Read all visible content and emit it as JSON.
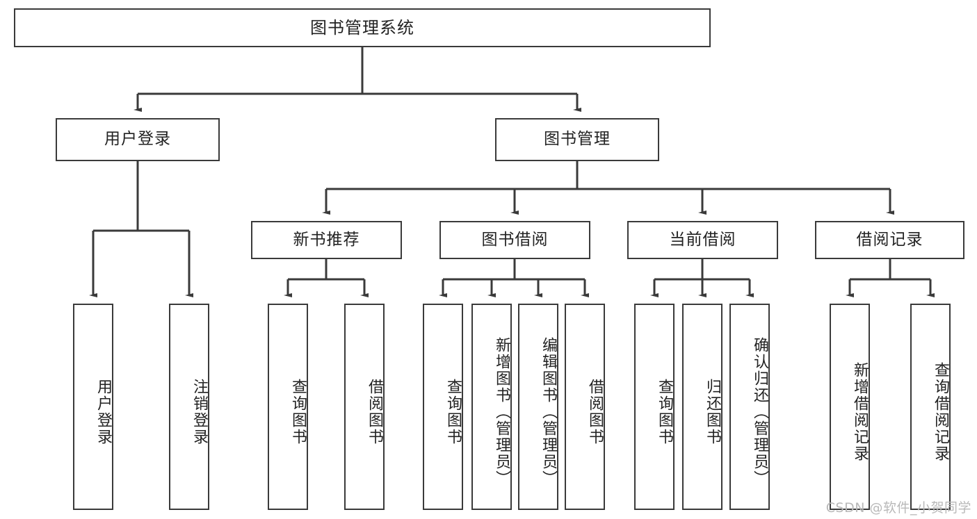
{
  "diagram": {
    "title": "图书管理系统",
    "watermark": "CSDN @软件_小贺同学",
    "edge_color": "#3a3a3a",
    "box_border_color": "#3a3a3a",
    "text_color": "#222222",
    "background": "#ffffff",
    "root": {
      "label": "图书管理系统"
    },
    "level2": [
      {
        "label": "用户登录"
      },
      {
        "label": "图书管理"
      }
    ],
    "level3": [
      {
        "label": "新书推荐"
      },
      {
        "label": "图书借阅"
      },
      {
        "label": "当前借阅"
      },
      {
        "label": "借阅记录"
      }
    ],
    "leaves": {
      "user_login": [
        {
          "label": "用户登录"
        },
        {
          "label": "注销登录"
        }
      ],
      "new_book_recommend": [
        {
          "label": "查询图书"
        },
        {
          "label": "借阅图书"
        }
      ],
      "book_borrow": [
        {
          "label": "查询图书"
        },
        {
          "label": "新增图书（管理员）"
        },
        {
          "label": "编辑图书（管理员）"
        },
        {
          "label": "借阅图书"
        }
      ],
      "current_borrow": [
        {
          "label": "查询图书"
        },
        {
          "label": "归还图书"
        },
        {
          "label": "确认归还（管理员）"
        }
      ],
      "borrow_record": [
        {
          "label": "新增借阅记录"
        },
        {
          "label": "查询借阅记录"
        }
      ]
    }
  }
}
